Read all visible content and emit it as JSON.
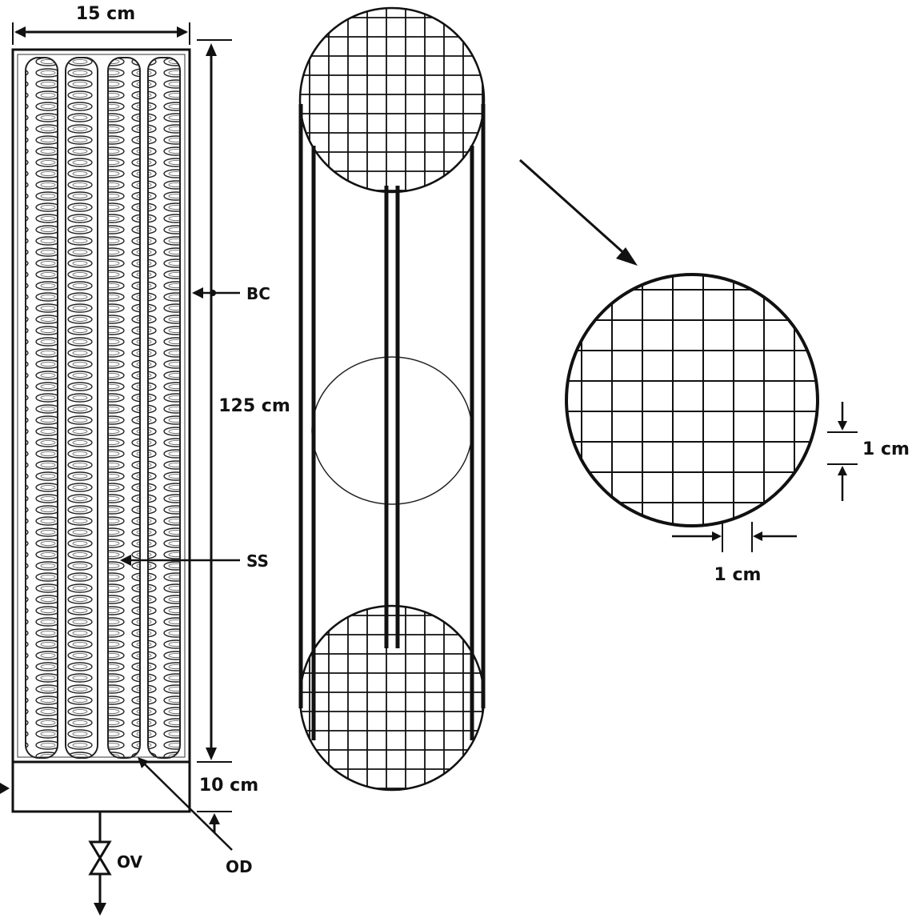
{
  "labels": {
    "width": "15 cm",
    "height": "125 cm",
    "base": "10 cm",
    "bc": "BC",
    "ss": "SS",
    "ov": "OV",
    "od": "OD",
    "mesh_v": "1 cm",
    "mesh_h": "1 cm"
  },
  "colors": {
    "ink": "#111111",
    "tube_fill": "#d9d9d9"
  },
  "tube_columns": 4
}
